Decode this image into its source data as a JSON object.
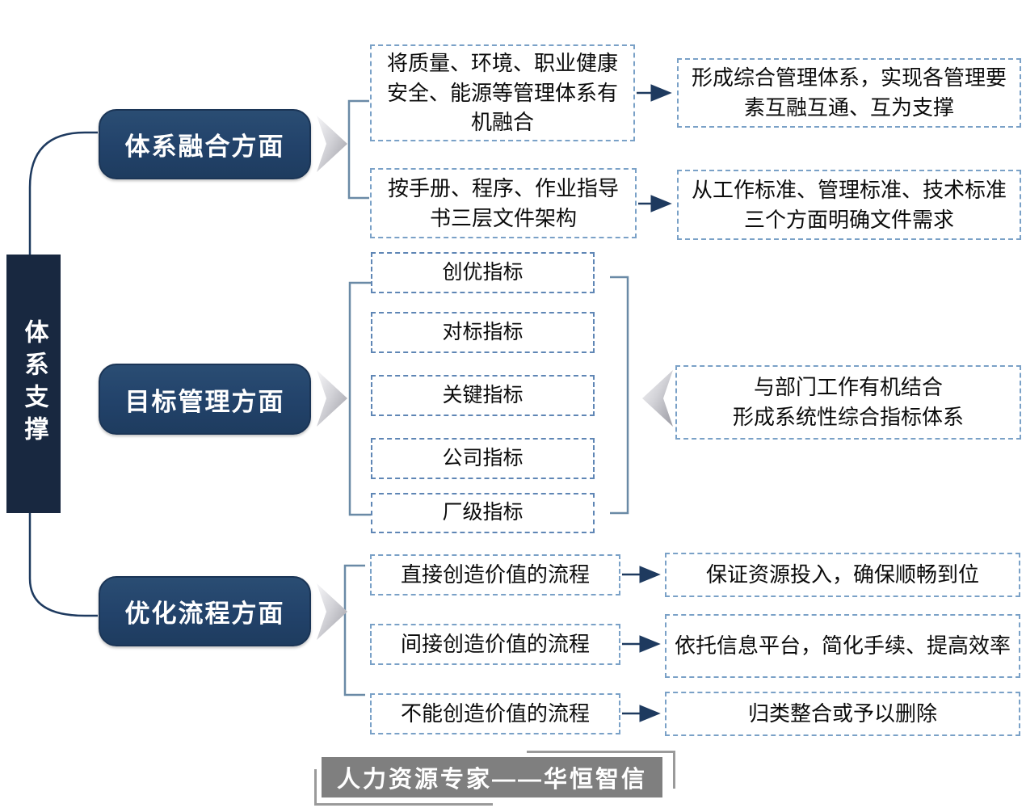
{
  "root": {
    "label": "体系支撑"
  },
  "sections": [
    {
      "label": "体系融合方面",
      "items": [
        {
          "text": "将质量、环境、职业健康安全、能源等管理体系有机融合",
          "result": "形成综合管理体系，实现各管理要素互融互通、互为支撑"
        },
        {
          "text": "按手册、程序、作业指导书三层文件架构",
          "result": "从工作标准、管理标准、技术标准三个方面明确文件需求"
        }
      ]
    },
    {
      "label": "目标管理方面",
      "indicators": [
        "创优指标",
        "对标指标",
        "关键指标",
        "公司指标",
        "厂级指标"
      ],
      "result_line1": "与部门工作有机结合",
      "result_line2": "形成系统性综合指标体系"
    },
    {
      "label": "优化流程方面",
      "items": [
        {
          "text": "直接创造价值的流程",
          "result": "保证资源投入，确保顺畅到位"
        },
        {
          "text": "间接创造价值的流程",
          "result": "依托信息平台，简化手续、提高效率"
        },
        {
          "text": "不能创造价值的流程",
          "result": "归类整合或予以删除"
        }
      ]
    }
  ],
  "footer": {
    "text": "人力资源专家——华恒智信"
  },
  "colors": {
    "root_box": "#182840",
    "category_box": "#22426a",
    "dashed_border": "#7aa1c7",
    "indicator_border": "#5f86b5",
    "connector_navy": "#1e3a5f",
    "bracket": "#6a8aa6",
    "chevron_gray": "#a3a3ab",
    "footer_bg": "#7f7f7f"
  }
}
